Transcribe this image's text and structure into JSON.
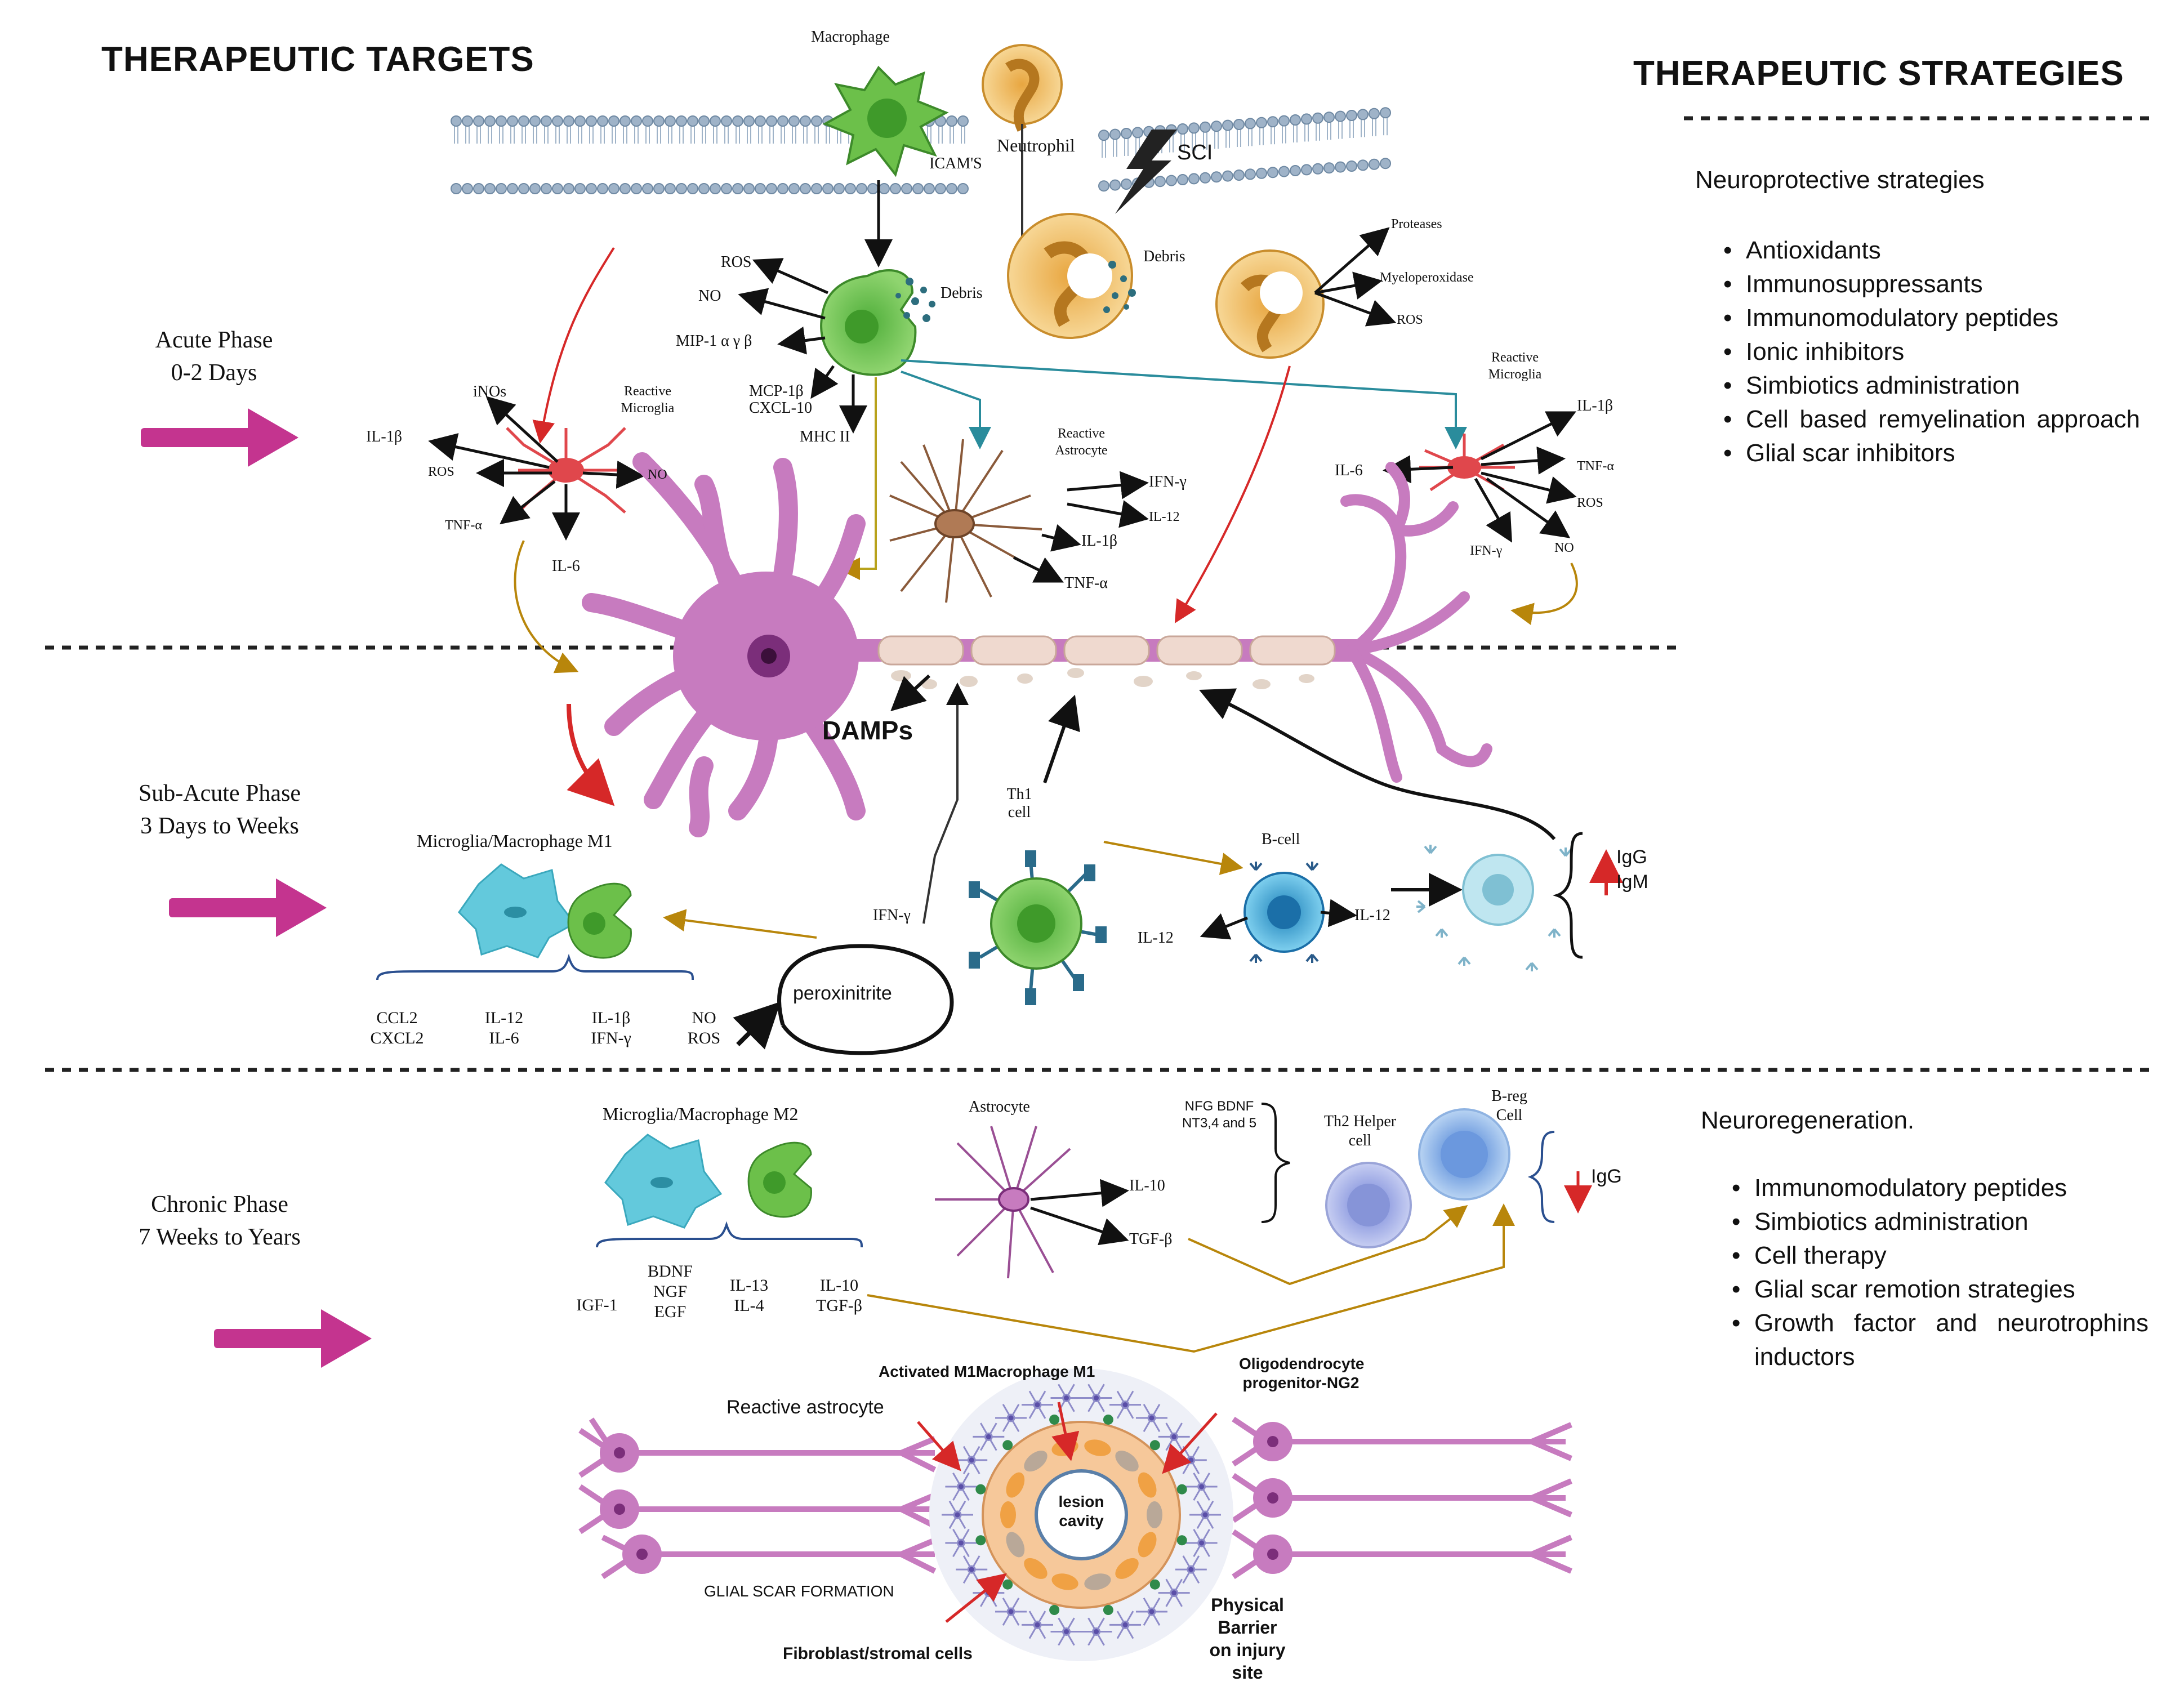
{
  "headers": {
    "left": "THERAPEUTIC TARGETS",
    "right": "THERAPEUTIC STRATEGIES"
  },
  "phases": [
    {
      "name": "Acute Phase",
      "duration": "0-2 Days"
    },
    {
      "name": "Sub-Acute Phase",
      "duration": "3 Days to Weeks"
    },
    {
      "name": "Chronic Phase",
      "duration": "7 Weeks to Years"
    }
  ],
  "acute": {
    "macrophage": "Macrophage",
    "neutrophil": "Neutrophil",
    "sci": "SCI",
    "icams": "ICAM'S",
    "debris1": "Debris",
    "debris2": "Debris",
    "proteases": "Proteases",
    "myeloperoxidase": "Myeloperoxidase",
    "ros_neutro": "ROS",
    "mac_ros": "ROS",
    "mac_no": "NO",
    "mip": "MIP-1 α γ β",
    "mcp": "MCP-1β",
    "cxcl10": "CXCL-10",
    "mhc": "MHC II",
    "rm_left_label": "Reactive Microglia",
    "rm_left": {
      "inos": "iNOs",
      "il1b": "IL-1β",
      "ros": "ROS",
      "no": "NO",
      "tnfa": "TNF-α",
      "il6": "IL-6"
    },
    "astro_label": "Reactive Astrocyte",
    "astro": {
      "ifng": "IFN-γ",
      "il12": "IL-12",
      "il1b": "IL-1β",
      "tnfa": "TNF-α"
    },
    "rm_right_label": "Reactive Microglia",
    "rm_right": {
      "il1b": "IL-1β",
      "il6": "IL-6",
      "tnfa": "TNF-α",
      "ros": "ROS",
      "ifng": "IFN-γ",
      "no": "NO"
    }
  },
  "subacute": {
    "damps": "DAMPs",
    "m1_label": "Microglia/Macrophage M1",
    "th1": "Th1 cell",
    "bcell": "B-cell",
    "ifng": "IFN-γ",
    "il12_left": "IL-12",
    "il12_right": "IL-12",
    "igg": "IgG",
    "igm": "IgM",
    "peroxinitrite": "peroxinitrite",
    "cytokines": [
      {
        "a": "CCL2",
        "b": "CXCL2"
      },
      {
        "a": "IL-12",
        "b": "IL-6"
      },
      {
        "a": "IL-1β",
        "b": "IFN-γ"
      },
      {
        "a": "NO",
        "b": "ROS"
      }
    ]
  },
  "chronic": {
    "m2_label": "Microglia/Macrophage M2",
    "astrocyte": "Astrocyte",
    "il10": "IL-10",
    "tgfb": "TGF-β",
    "factors": "NFG BDNF NT3,4 and 5",
    "th2": "Th2 Helper cell",
    "breg": "B-reg Cell",
    "igg": "IgG",
    "m2_cytokines": [
      {
        "a": "IGF-1",
        "b": ""
      },
      {
        "a": "BDNF NGF",
        "b": "EGF"
      },
      {
        "a": "IL-13",
        "b": "IL-4"
      },
      {
        "a": "IL-10",
        "b": "TGF-β"
      }
    ],
    "activated_m1": "Activated M1Macrophage M1",
    "reactive_astro": "Reactive astrocyte",
    "oligo": "Oligodendrocyte progenitor-NG2",
    "lesion": "lesion cavity",
    "glial_scar": "GLIAL SCAR FORMATION",
    "fibroblast": "Fibroblast/stromal cells",
    "barrier": "Physical Barrier on injury site"
  },
  "strategies": {
    "neuroprotective_title": "Neuroprotective strategies",
    "neuroprotective": [
      "Antioxidants",
      "Immunosuppressants",
      "Immunomodulatory peptides",
      "Ionic  inhibitors",
      "Simbiotics administration",
      "Cell based remyelination approach",
      "Glial scar inhibitors"
    ],
    "neuroregeneration_title": "Neuroregeneration.",
    "neuroregeneration": [
      "Immunomodulatory peptides",
      "Simbiotics administration",
      "Cell therapy",
      "Glial scar remotion strategies",
      "Growth factor and neurotrophins inductors"
    ]
  },
  "colors": {
    "arrow_magenta": "#c4348f",
    "neuron": "#c77bbf",
    "microglia_red": "#e0474c",
    "green_cell": "#6cc04a",
    "neutrophil": "#f2c26b",
    "cyan_cell": "#63c9dc",
    "bcell_blue": "#2f9ed4",
    "gold_arrow": "#b8860b",
    "teal_line": "#2a8c9c"
  }
}
